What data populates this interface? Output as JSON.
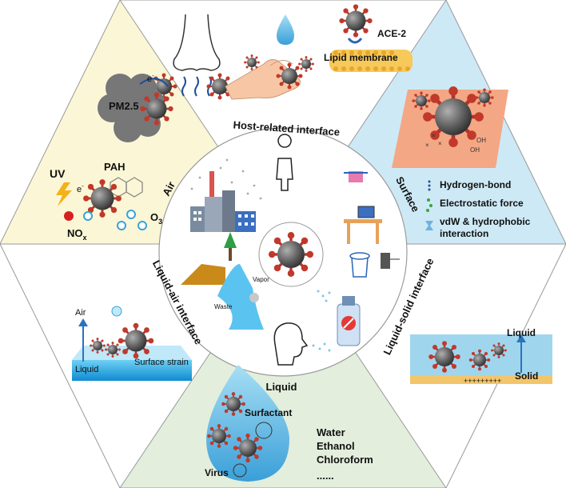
{
  "segments": {
    "host": "Host-related interface",
    "surface": "Surface",
    "liquid_solid": "Liquid-solid interface",
    "liquid": "Liquid",
    "liquid_air": "Liquid-air interface",
    "air": "Air"
  },
  "host_panel": {
    "receptor": "ACE-2",
    "membrane": "Lipid membrane"
  },
  "air_panel": {
    "pm": "PM2.5",
    "electron": "e",
    "uv": "UV",
    "pah": "PAH",
    "nox": "NO",
    "nox_sub": "x",
    "o3": "O",
    "o3_sub": "3"
  },
  "surface_panel": {
    "legend": [
      "Hydrogen-bond",
      "Electrostatic force",
      "vdW & hydrophobic",
      "interaction"
    ],
    "oh": "OH"
  },
  "liquid_solid_panel": {
    "top": "Liquid",
    "bottom": "Solid",
    "charges": "+++++++++"
  },
  "liquid_panel": {
    "surfactant": "Surfactant",
    "virus": "Virus",
    "solvents": [
      "Water",
      "Ethanol",
      "Chloroform",
      "......"
    ]
  },
  "liquid_air_panel": {
    "air": "Air",
    "liquid": "Liquid",
    "strain": "Surface strain"
  },
  "center_panel": {
    "vapor": "Vapor",
    "waste": "Waste"
  },
  "colors": {
    "air_bg": "#fbf6d6",
    "surface_bg": "#cde9f5",
    "liquid_bg": "#e3eedd",
    "white_bg": "#ffffff",
    "virus": "#b8322a"
  }
}
